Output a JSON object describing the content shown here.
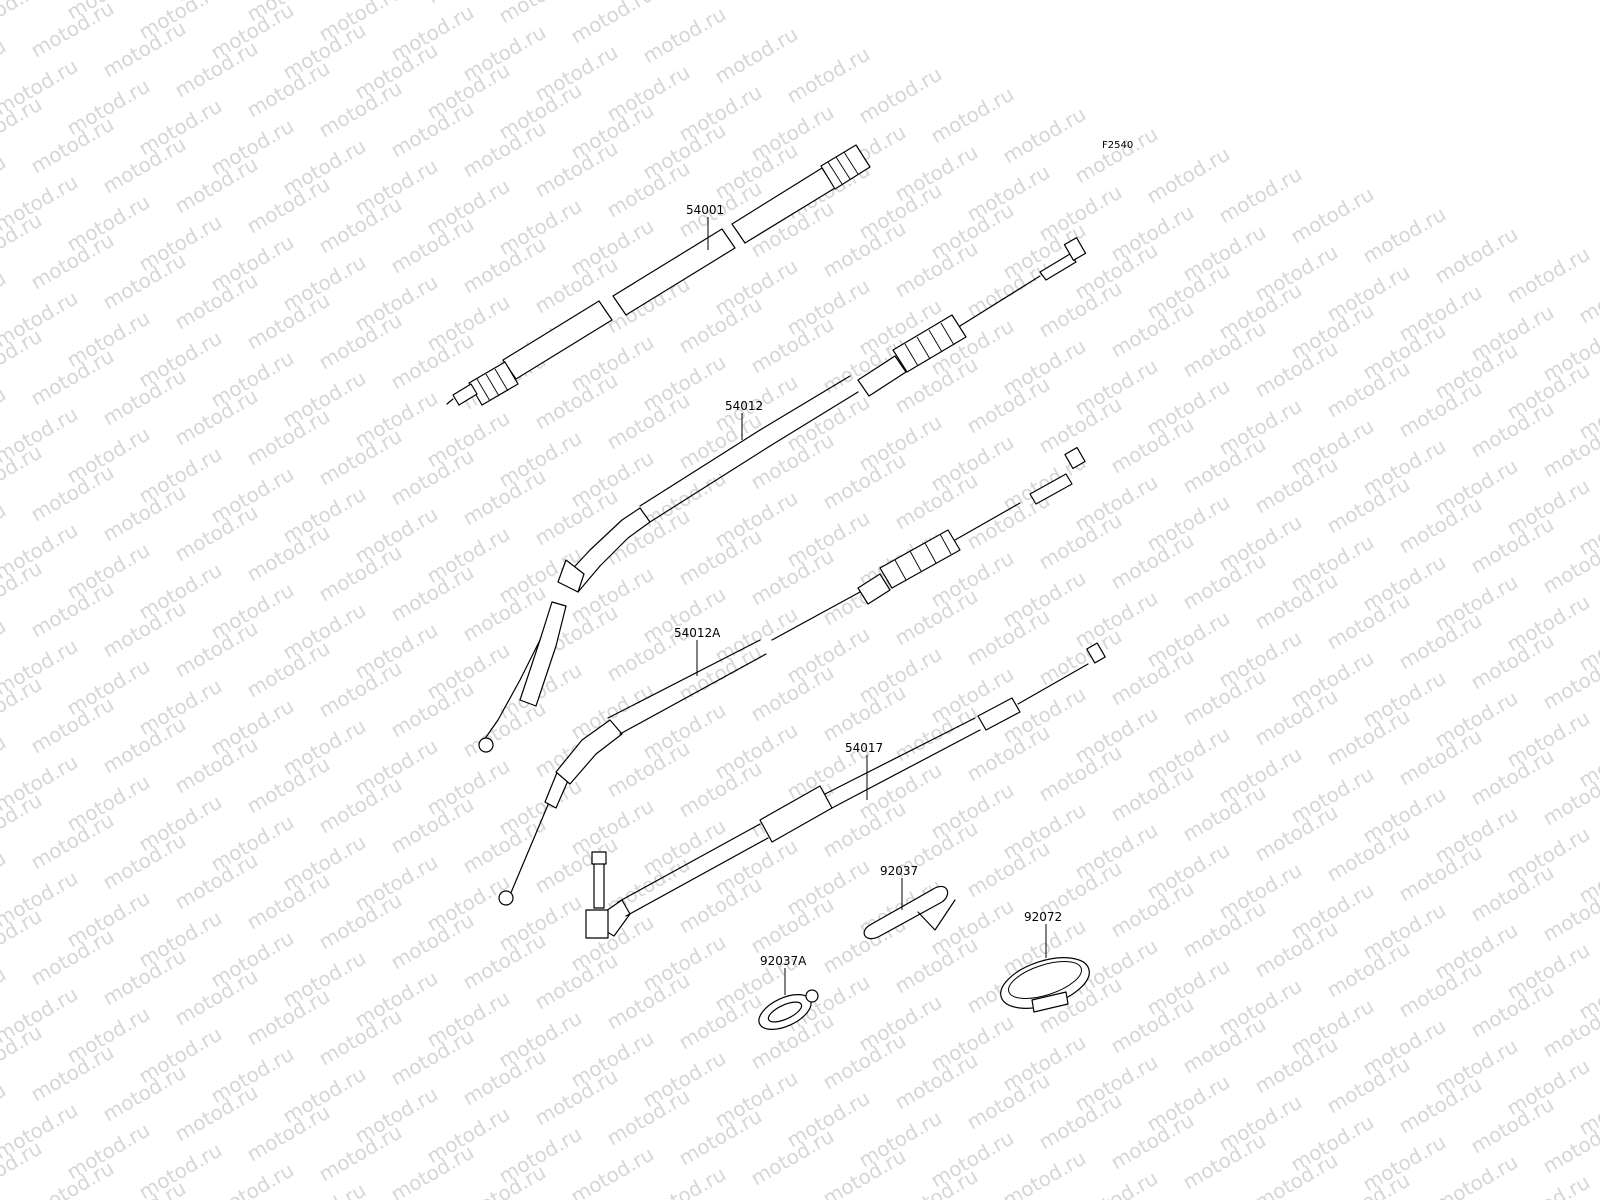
{
  "watermark": {
    "text": "motod.ru"
  },
  "diagram": {
    "ref_code": "F2540",
    "parts": [
      {
        "id": "p1",
        "number": "54001"
      },
      {
        "id": "p2",
        "number": "54012"
      },
      {
        "id": "p3",
        "number": "54012A"
      },
      {
        "id": "p4",
        "number": "54017"
      },
      {
        "id": "p5",
        "number": "92037"
      },
      {
        "id": "p6",
        "number": "92037A"
      },
      {
        "id": "p7",
        "number": "92072"
      }
    ]
  }
}
